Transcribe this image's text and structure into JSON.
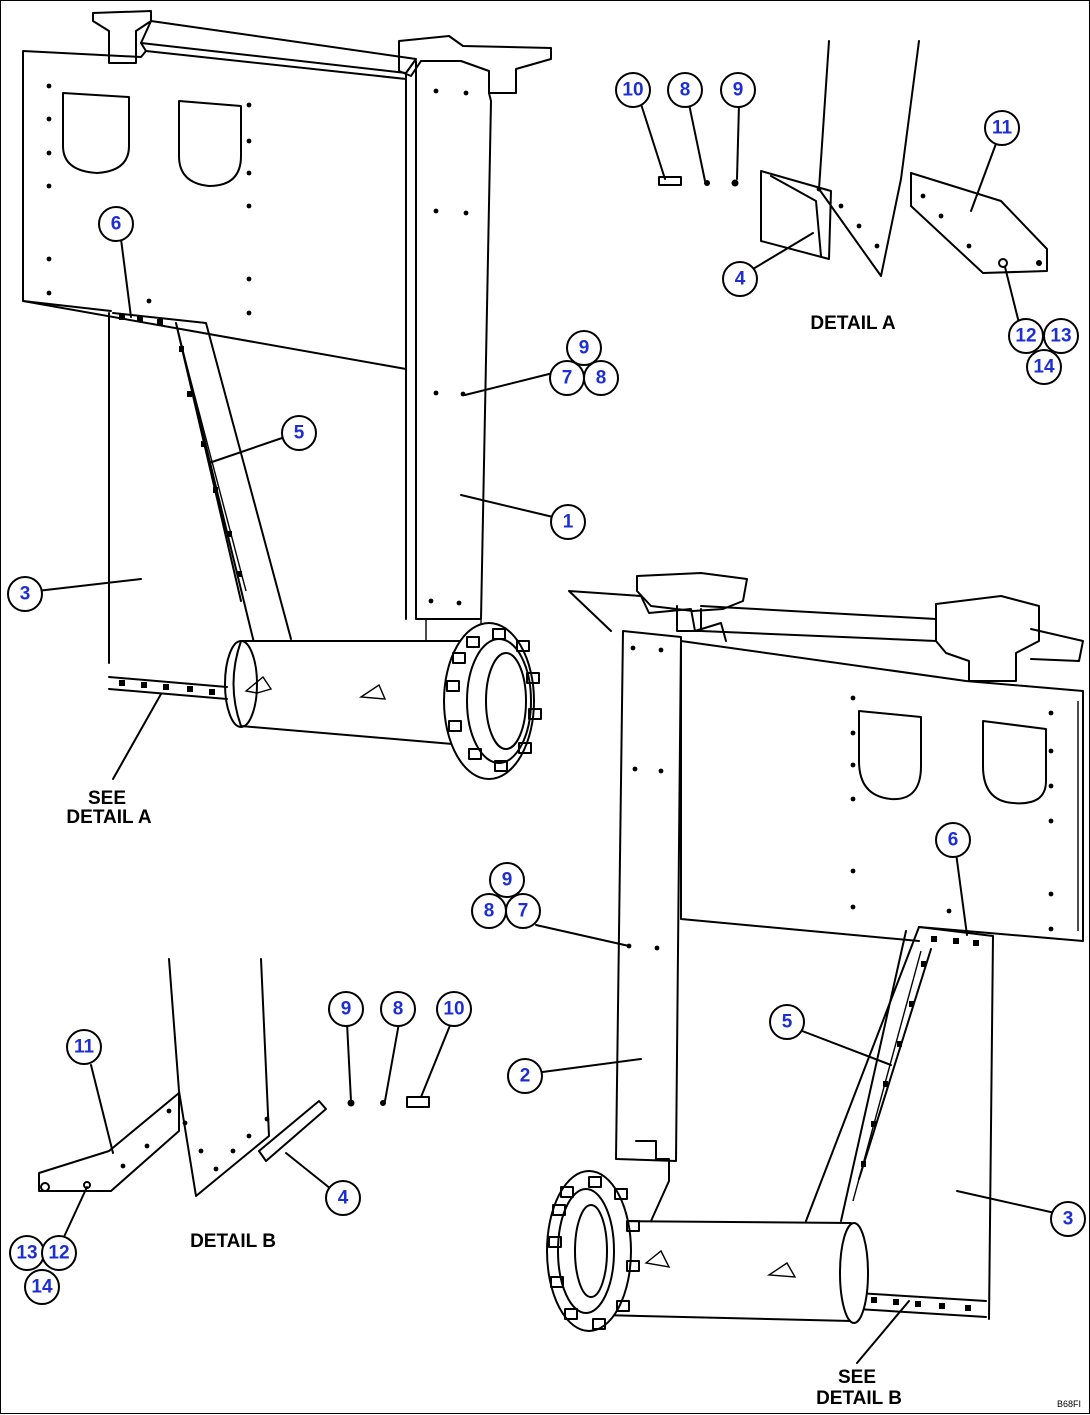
{
  "labels": {
    "detail_a": "DETAIL A",
    "detail_b": "DETAIL B",
    "see_a_line1": "SEE",
    "see_a_line2": "DETAIL A",
    "see_b_line1": "SEE",
    "see_b_line2": "DETAIL B",
    "figure_code": "B68FI"
  },
  "callouts": [
    {
      "id": "c1",
      "text": "10"
    },
    {
      "id": "c2",
      "text": "8"
    },
    {
      "id": "c3",
      "text": "9"
    },
    {
      "id": "c4",
      "text": "11"
    },
    {
      "id": "c5",
      "text": "4"
    },
    {
      "id": "c6",
      "text": "12"
    },
    {
      "id": "c7",
      "text": "13"
    },
    {
      "id": "c8",
      "text": "14"
    },
    {
      "id": "c9",
      "text": "6"
    },
    {
      "id": "c10",
      "text": "9"
    },
    {
      "id": "c11",
      "text": "7"
    },
    {
      "id": "c12",
      "text": "8"
    },
    {
      "id": "c13",
      "text": "5"
    },
    {
      "id": "c14",
      "text": "1"
    },
    {
      "id": "c15",
      "text": "3"
    },
    {
      "id": "c16",
      "text": "9"
    },
    {
      "id": "c17",
      "text": "8"
    },
    {
      "id": "c18",
      "text": "7"
    },
    {
      "id": "c19",
      "text": "6"
    },
    {
      "id": "c20",
      "text": "5"
    },
    {
      "id": "c21",
      "text": "2"
    },
    {
      "id": "c22",
      "text": "3"
    },
    {
      "id": "c23",
      "text": "11"
    },
    {
      "id": "c24",
      "text": "9"
    },
    {
      "id": "c25",
      "text": "8"
    },
    {
      "id": "c26",
      "text": "10"
    },
    {
      "id": "c27",
      "text": "4"
    },
    {
      "id": "c28",
      "text": "13"
    },
    {
      "id": "c29",
      "text": "12"
    },
    {
      "id": "c30",
      "text": "14"
    }
  ]
}
